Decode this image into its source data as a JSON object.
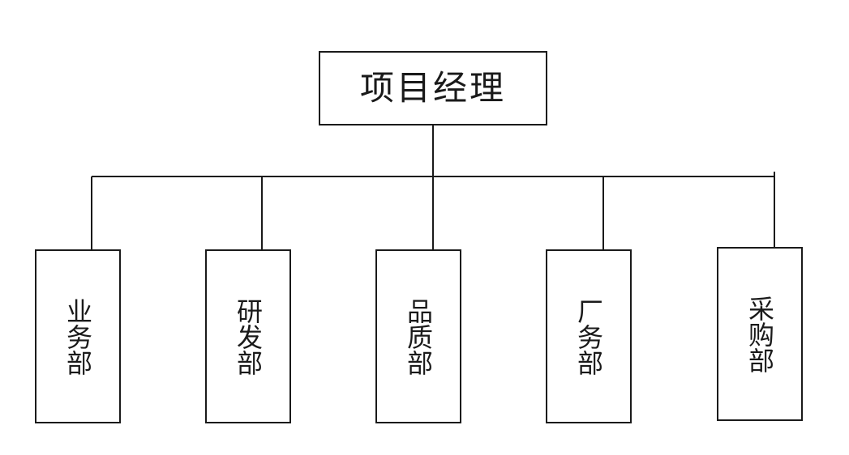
{
  "org_chart": {
    "root": {
      "label": "项目经理"
    },
    "departments": [
      {
        "label": "业务部"
      },
      {
        "label": "研发部"
      },
      {
        "label": "品质部"
      },
      {
        "label": "厂务部"
      },
      {
        "label": "采购部"
      }
    ]
  },
  "colors": {
    "line": "#1a1a1a",
    "background": "#ffffff"
  }
}
